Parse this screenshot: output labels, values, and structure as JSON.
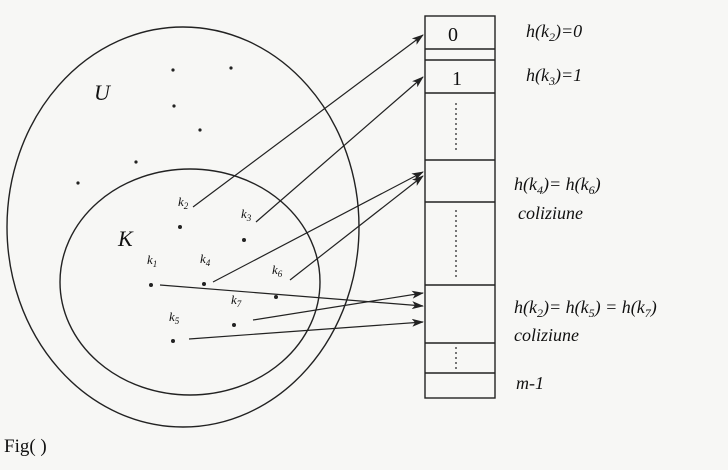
{
  "universe_label": "U",
  "keyset_label": "K",
  "keys": [
    {
      "label": "k",
      "sub": "1"
    },
    {
      "label": "k",
      "sub": "2"
    },
    {
      "label": "k",
      "sub": "3"
    },
    {
      "label": "k",
      "sub": "4"
    },
    {
      "label": "k",
      "sub": "5"
    },
    {
      "label": "k",
      "sub": "6"
    },
    {
      "label": "k",
      "sub": "7"
    }
  ],
  "table": {
    "slot_0": "0",
    "slot_1": "1"
  },
  "annotations": {
    "h2": {
      "a": "h(k",
      "b": "2",
      "c": ")=0"
    },
    "h3": {
      "a": "h(k",
      "b": "3",
      "c": ")=1"
    },
    "h4h6": {
      "a": "h(k",
      "b": "4",
      "c": ")= h(k",
      "d": "6",
      "e": ")"
    },
    "collision_1": "coliziune",
    "h2h5h7": {
      "a": "h(k",
      "b": "2",
      "c": ")= h(k",
      "d": "5",
      "e": ") = h(k",
      "f": "7",
      "g": ")"
    },
    "collision_2": "coliziune",
    "last_slot": "m-1"
  },
  "caption": "Fig( )"
}
